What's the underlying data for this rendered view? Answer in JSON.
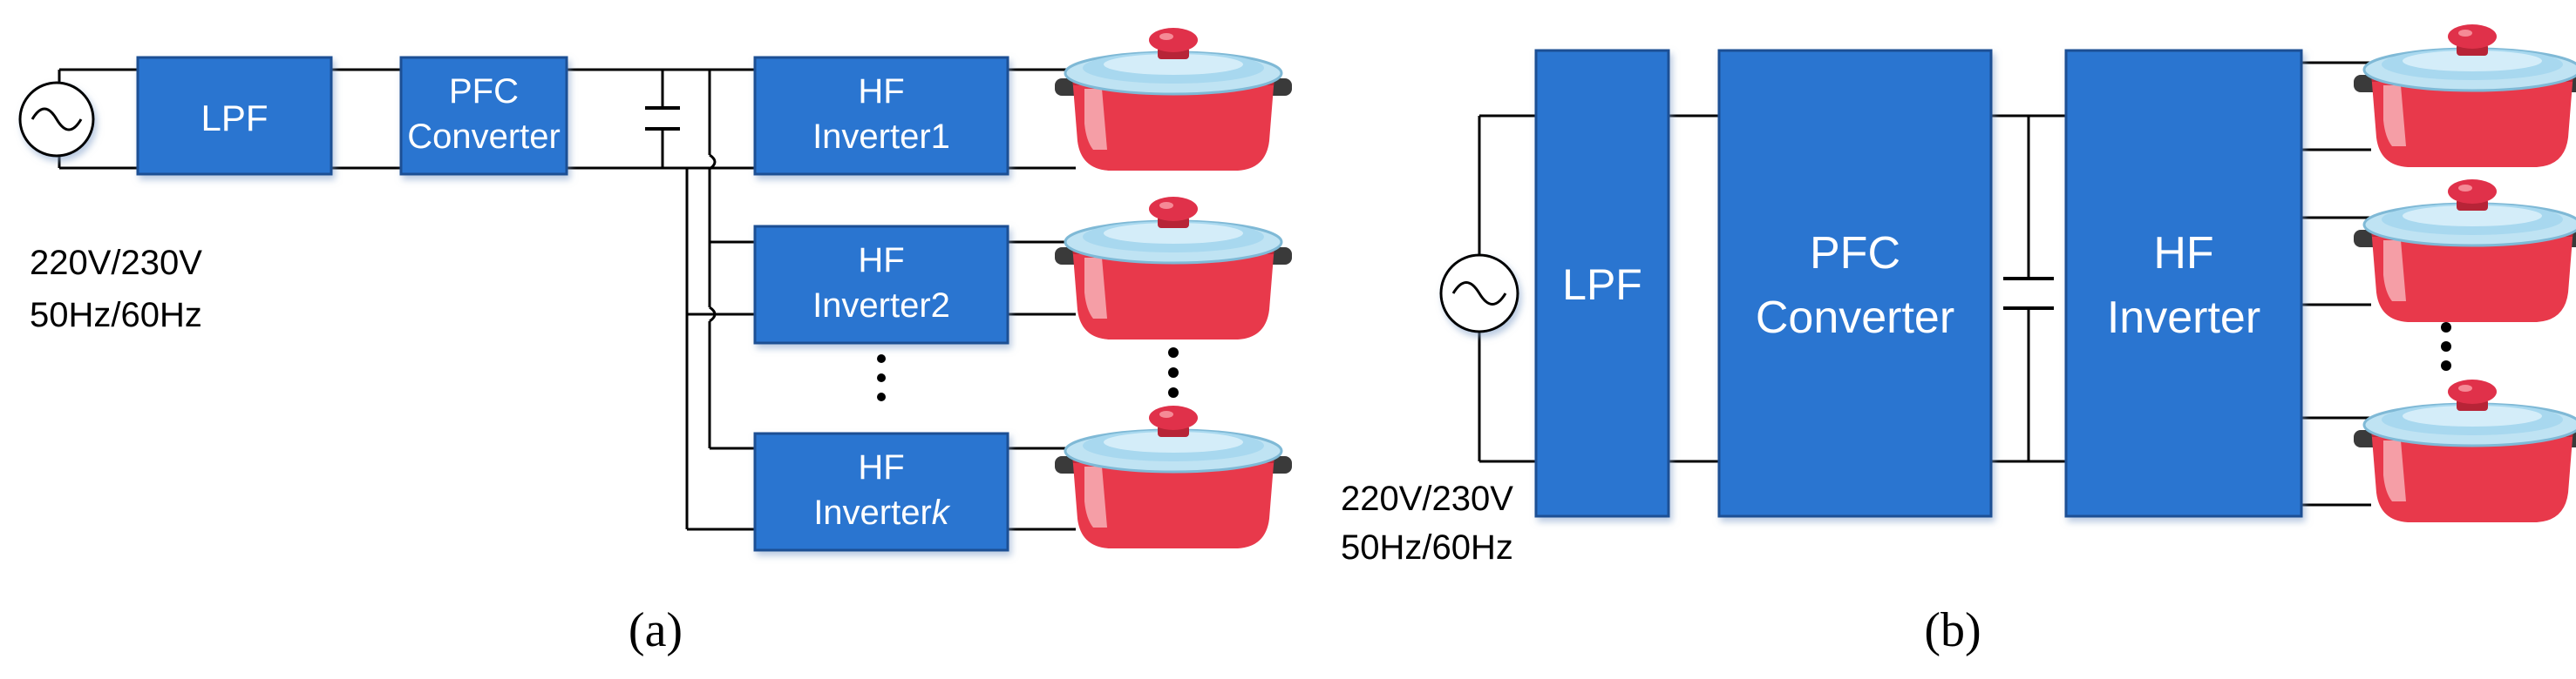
{
  "colors": {
    "block_fill": "#2B74D0",
    "block_stroke": "#1B4F94",
    "block_text": "#FFFFFF",
    "wire": "#000000",
    "pot_body": "#E8394B",
    "pot_lid": "#A8D8EF",
    "pot_knob": "#E0314A",
    "pot_handle": "#3A3A3A",
    "background": "#FFFFFF"
  },
  "panel_a": {
    "caption": "(a)",
    "source_label_line1": "220V/230V",
    "source_label_line2": "50Hz/60Hz",
    "source_icon": "ac-source-icon",
    "lpf": "LPF",
    "pfc_line1": "PFC",
    "pfc_line2": "Converter",
    "inverter1_line1": "HF",
    "inverter1_line2": "Inverter1",
    "inverter2_line1": "HF",
    "inverter2_line2": "Inverter2",
    "inverterk_line1": "HF",
    "inverterk_line2_prefix": "Inverter",
    "inverterk_line2_italic": "k",
    "pot_icon": "cooking-pot-icon",
    "ellipsis_icon": "vertical-ellipsis-icon"
  },
  "panel_b": {
    "caption": "(b)",
    "source_label_line1": "220V/230V",
    "source_label_line2": "50Hz/60Hz",
    "lpf": "LPF",
    "pfc_line1": "PFC",
    "pfc_line2": "Converter",
    "inverter_line1": "HF",
    "inverter_line2": "Inverter",
    "pot_icon": "cooking-pot-icon",
    "ellipsis_icon": "vertical-ellipsis-icon"
  }
}
